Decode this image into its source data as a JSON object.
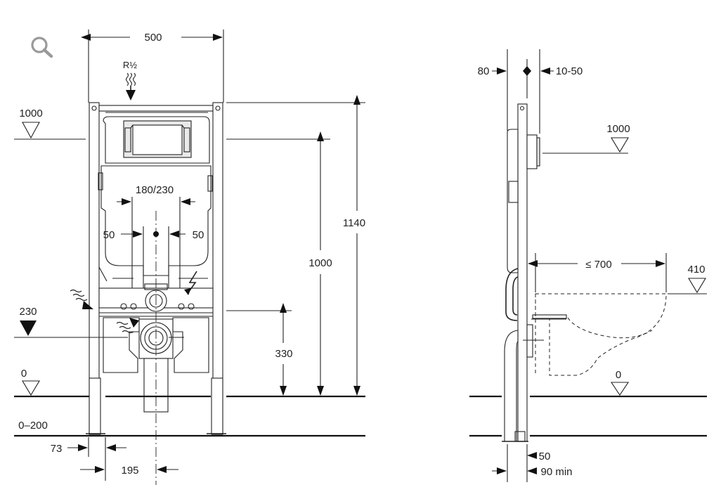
{
  "front": {
    "width": "500",
    "supply": "R½",
    "level_top": "1000",
    "level_mid": "230",
    "level_floor": "0",
    "floor_range": "0–200",
    "flush_spacing": "180/230",
    "offset_left": "50",
    "offset_right": "50",
    "height_total": "1140",
    "height_plate": "1000",
    "height_drain": "330",
    "foot_offset": "73",
    "axis_offset": "195"
  },
  "side": {
    "wall_depth": "80",
    "cover_range": "10-50",
    "level_top": "1000",
    "projection": "≤ 700",
    "level_seat": "410",
    "level_floor": "0",
    "pipe_offset": "50",
    "min_depth": "90 min"
  },
  "ui": {
    "zoom_icon": "magnifier-icon"
  }
}
